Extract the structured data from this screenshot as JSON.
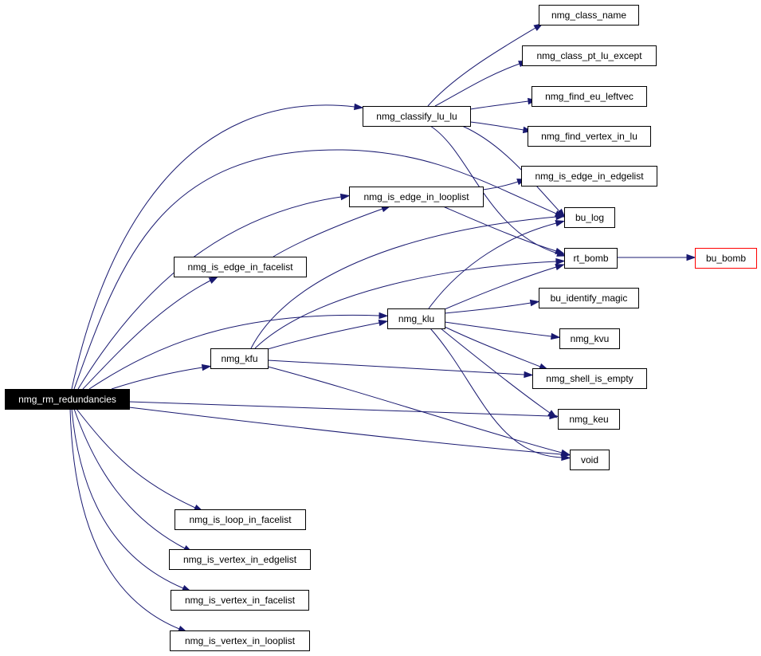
{
  "nodes": [
    {
      "id": "root",
      "label": "nmg_rm_redundancies",
      "kind": "root"
    },
    {
      "id": "classify",
      "label": "nmg_classify_lu_lu",
      "kind": "normal"
    },
    {
      "id": "class_name",
      "label": "nmg_class_name",
      "kind": "normal"
    },
    {
      "id": "class_pt",
      "label": "nmg_class_pt_lu_except",
      "kind": "normal"
    },
    {
      "id": "find_eu",
      "label": "nmg_find_eu_leftvec",
      "kind": "normal"
    },
    {
      "id": "find_vertex",
      "label": "nmg_find_vertex_in_lu",
      "kind": "normal"
    },
    {
      "id": "edge_edgelist",
      "label": "nmg_is_edge_in_edgelist",
      "kind": "normal"
    },
    {
      "id": "edge_looplist",
      "label": "nmg_is_edge_in_looplist",
      "kind": "normal"
    },
    {
      "id": "bu_log",
      "label": "bu_log",
      "kind": "normal"
    },
    {
      "id": "edge_facelist",
      "label": "nmg_is_edge_in_facelist",
      "kind": "normal"
    },
    {
      "id": "rt_bomb",
      "label": "rt_bomb",
      "kind": "normal"
    },
    {
      "id": "bu_bomb",
      "label": "bu_bomb",
      "kind": "external"
    },
    {
      "id": "bu_identify",
      "label": "bu_identify_magic",
      "kind": "normal"
    },
    {
      "id": "klu",
      "label": "nmg_klu",
      "kind": "normal"
    },
    {
      "id": "kvu",
      "label": "nmg_kvu",
      "kind": "normal"
    },
    {
      "id": "kfu",
      "label": "nmg_kfu",
      "kind": "normal"
    },
    {
      "id": "shell_empty",
      "label": "nmg_shell_is_empty",
      "kind": "normal"
    },
    {
      "id": "keu",
      "label": "nmg_keu",
      "kind": "normal"
    },
    {
      "id": "void",
      "label": "void",
      "kind": "normal"
    },
    {
      "id": "loop_facelist",
      "label": "nmg_is_loop_in_facelist",
      "kind": "normal"
    },
    {
      "id": "vertex_edgelist",
      "label": "nmg_is_vertex_in_edgelist",
      "kind": "normal"
    },
    {
      "id": "vertex_facelist",
      "label": "nmg_is_vertex_in_facelist",
      "kind": "normal"
    },
    {
      "id": "vertex_looplist",
      "label": "nmg_is_vertex_in_looplist",
      "kind": "normal"
    }
  ],
  "edges": [
    {
      "from": "root",
      "to": "classify"
    },
    {
      "from": "root",
      "to": "bu_log"
    },
    {
      "from": "root",
      "to": "edge_looplist"
    },
    {
      "from": "root",
      "to": "edge_facelist"
    },
    {
      "from": "root",
      "to": "klu"
    },
    {
      "from": "root",
      "to": "kfu"
    },
    {
      "from": "root",
      "to": "keu"
    },
    {
      "from": "root",
      "to": "void"
    },
    {
      "from": "root",
      "to": "loop_facelist"
    },
    {
      "from": "root",
      "to": "vertex_edgelist"
    },
    {
      "from": "root",
      "to": "vertex_facelist"
    },
    {
      "from": "root",
      "to": "vertex_looplist"
    },
    {
      "from": "classify",
      "to": "class_name"
    },
    {
      "from": "classify",
      "to": "class_pt"
    },
    {
      "from": "classify",
      "to": "find_eu"
    },
    {
      "from": "classify",
      "to": "find_vertex"
    },
    {
      "from": "classify",
      "to": "bu_log"
    },
    {
      "from": "classify",
      "to": "rt_bomb"
    },
    {
      "from": "edge_looplist",
      "to": "edge_edgelist"
    },
    {
      "from": "edge_looplist",
      "to": "rt_bomb"
    },
    {
      "from": "edge_facelist",
      "to": "edge_looplist"
    },
    {
      "from": "rt_bomb",
      "to": "bu_bomb"
    },
    {
      "from": "klu",
      "to": "bu_log"
    },
    {
      "from": "klu",
      "to": "rt_bomb"
    },
    {
      "from": "klu",
      "to": "bu_identify"
    },
    {
      "from": "klu",
      "to": "kvu"
    },
    {
      "from": "klu",
      "to": "shell_empty"
    },
    {
      "from": "klu",
      "to": "keu"
    },
    {
      "from": "klu",
      "to": "void"
    },
    {
      "from": "kfu",
      "to": "klu"
    },
    {
      "from": "kfu",
      "to": "bu_log"
    },
    {
      "from": "kfu",
      "to": "rt_bomb"
    },
    {
      "from": "kfu",
      "to": "shell_empty"
    },
    {
      "from": "kfu",
      "to": "void"
    }
  ]
}
